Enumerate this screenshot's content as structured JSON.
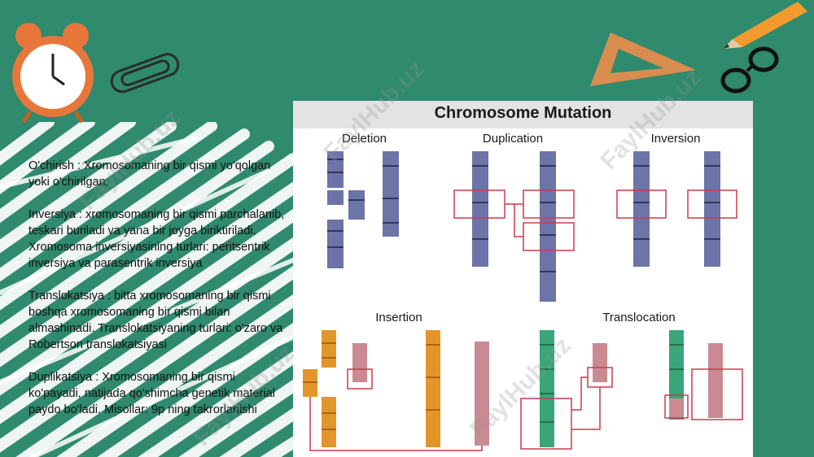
{
  "slide": {
    "paragraphs": [
      "O'chirish : Xromosomaning bir qismi yo'qolgan yoki o'chirilgan.",
      "Inversiya : xromosomaning bir qismi parchalanib, teskari buriladi va yana bir joyga biriktiriladi. Xromosoma inversiyasining turlari: peritsentrik inversiya va parasentrik inversiya",
      "Translokatsiya : bitta xromosomaning bir qismi boshqa xromosomaning bir qismi bilan almashinadi. Translokatsiyaning turlari: o'zaro va Robertson translokatsiyasi",
      "Duplikatsiya : Xromosomaning bir qismi ko'payadi, natijada qo'shimcha genetik material paydo bo'ladi. Misollar: 9p ning takrorlanishi"
    ]
  },
  "figure": {
    "title": "Chromosome Mutation",
    "labels": {
      "deletion": "Deletion",
      "duplication": "Duplication",
      "inversion": "Inversion",
      "insertion": "Insertion",
      "translocation": "Translocation"
    }
  },
  "watermark": "FaylHub.uz",
  "colors": {
    "background": "#2f8a6e",
    "blue_chromosome": "#6d74a8",
    "orange_chromosome": "#e2962a",
    "pink_chromosome": "#c98a93",
    "green_chromosome": "#3aa57a",
    "highlight_box": "#cc3b4a"
  },
  "icons": [
    "alarm-clock-icon",
    "paperclip-icon",
    "pencil-icon",
    "set-square-icon",
    "glasses-icon"
  ]
}
